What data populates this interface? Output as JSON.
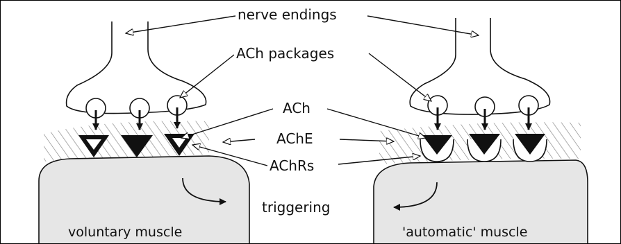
{
  "labels": {
    "nerve_endings": "nerve endings",
    "ach_packages": "ACh packages",
    "ach": "ACh",
    "ache": "AChE",
    "achrs": "AChRs",
    "triggering": "triggering"
  },
  "captions": {
    "left": "voluntary muscle",
    "right": "'automatic' muscle"
  },
  "colors": {
    "ink": "#111111",
    "nerve_fill": "#ffffff",
    "muscle_fill": "#e6e6e6",
    "hatch": "#8a8a8a"
  }
}
